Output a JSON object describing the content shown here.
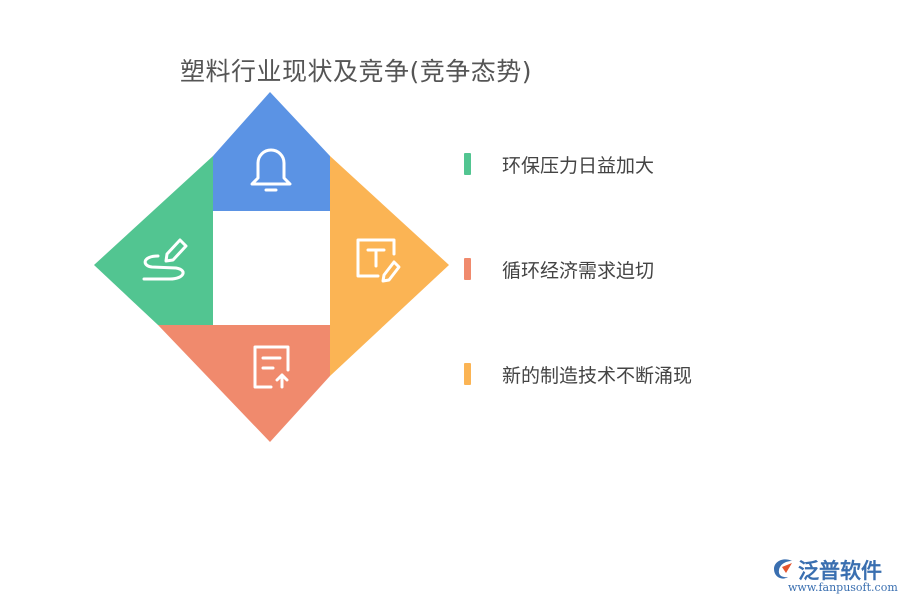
{
  "title": "塑料行业现状及竞争(竞争态势)",
  "colors": {
    "blue": "#5b93e4",
    "green": "#52c591",
    "orange": "#fbb454",
    "salmon": "#f08a6d",
    "logo": "#3a6fb0"
  },
  "icons": {
    "top": "bell-icon",
    "left": "pen-scribble-icon",
    "right": "text-edit-icon",
    "bottom": "document-upload-icon"
  },
  "items": [
    {
      "label": "环保压力日益加大",
      "color": "#52c591"
    },
    {
      "label": "循环经济需求迫切",
      "color": "#f08a6d"
    },
    {
      "label": " 新的制造技术不断涌现",
      "color": "#fbb454"
    }
  ],
  "logo": {
    "name": "泛普软件",
    "url": "www.fanpusoft.com"
  }
}
